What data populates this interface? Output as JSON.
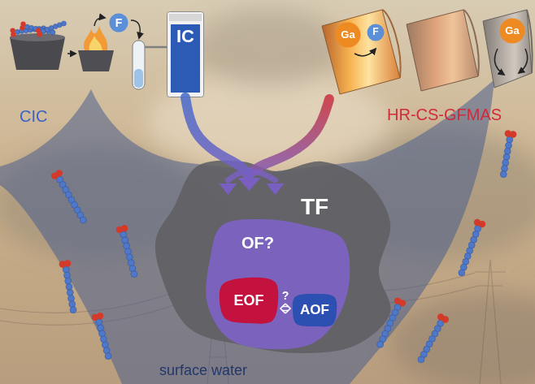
{
  "diagram": {
    "nodes": [
      {
        "text": [
          "F"
        ]
      },
      {
        "text": [
          "IC"
        ]
      },
      {
        "text": [
          "Ga"
        ]
      },
      {
        "text": [
          "F"
        ]
      },
      {
        "text": [
          "Ga"
        ]
      },
      {
        "text": [
          "TF"
        ]
      },
      {
        "text": [
          "OF?"
        ],
        "in": 5
      },
      {
        "text": [
          "EOF"
        ],
        "in": 6
      },
      {
        "text": [
          "AOF"
        ],
        "in": 6
      }
    ],
    "edges": [
      {
        "from": 1,
        "to": 5,
        "arrow": "to"
      },
      {
        "from": 7,
        "to": 8,
        "arrow": "both",
        "label": "?"
      }
    ],
    "labels": [
      "CIC",
      "HR-CS-GFMAS",
      "surface water"
    ]
  }
}
